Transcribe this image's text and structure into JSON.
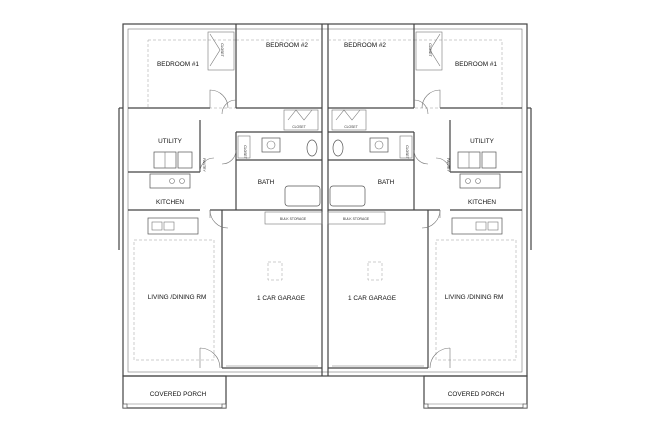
{
  "rooms": {
    "left_bedroom1": "BEDROOM #1",
    "left_bedroom2": "BEDROOM #2",
    "right_bedroom2": "BEDROOM #2",
    "right_bedroom1": "BEDROOM #1",
    "left_utility": "UTILITY",
    "right_utility": "UTILITY",
    "left_bath": "BATH",
    "right_bath": "BATH",
    "left_kitchen": "KITCHEN",
    "right_kitchen": "KITCHEN",
    "left_living": "LIVING /DINING RM",
    "right_living": "LIVING /DINING RM",
    "left_garage": "1 CAR GARAGE",
    "right_garage": "1 CAR GARAGE",
    "left_porch": "COVERED PORCH",
    "right_porch": "COVERED PORCH"
  },
  "notes": {
    "closet": "CLOSET",
    "bulk_storage": "BULK STORAGE",
    "pantry": "PANTRY"
  }
}
